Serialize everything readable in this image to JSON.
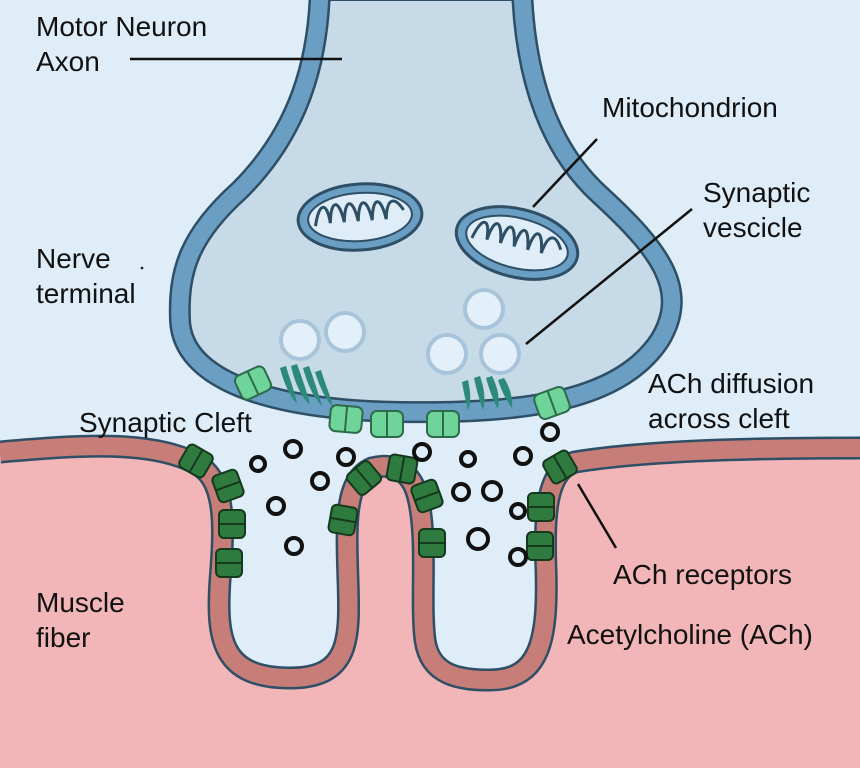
{
  "labels": {
    "motor_neuron_axon": [
      "Motor Neuron",
      "Axon"
    ],
    "mitochondrion": "Mitochondrion",
    "synaptic_vesicle": [
      "Synaptic",
      "vescicle"
    ],
    "nerve_terminal": [
      "Nerve",
      "terminal"
    ],
    "synaptic_cleft": "Synaptic Cleft",
    "ach_diffusion": [
      "ACh diffusion",
      "across cleft"
    ],
    "ach_receptors": "ACh receptors",
    "muscle_fiber": [
      "Muscle",
      "fiber"
    ],
    "acetylcholine": "Acetylcholine (ACh)"
  },
  "colors": {
    "background": "#deedf8",
    "neuron_fill": "#c6dae8",
    "neuron_membrane": "#6a9ec3",
    "membrane_outline": "#2e4f66",
    "mitochondria_fill": "#6a9ec3",
    "vesicle_fill": "#e4f0f9",
    "vesicle_stroke": "#a7c4da",
    "channel_light_green": "#6fd49a",
    "receptor_dark_green": "#2f7a3f",
    "muscle_fill": "#f2b6b8",
    "muscle_membrane": "#c77d78",
    "ach_molecule": "#111111",
    "cilia": "#2d8a7a"
  }
}
